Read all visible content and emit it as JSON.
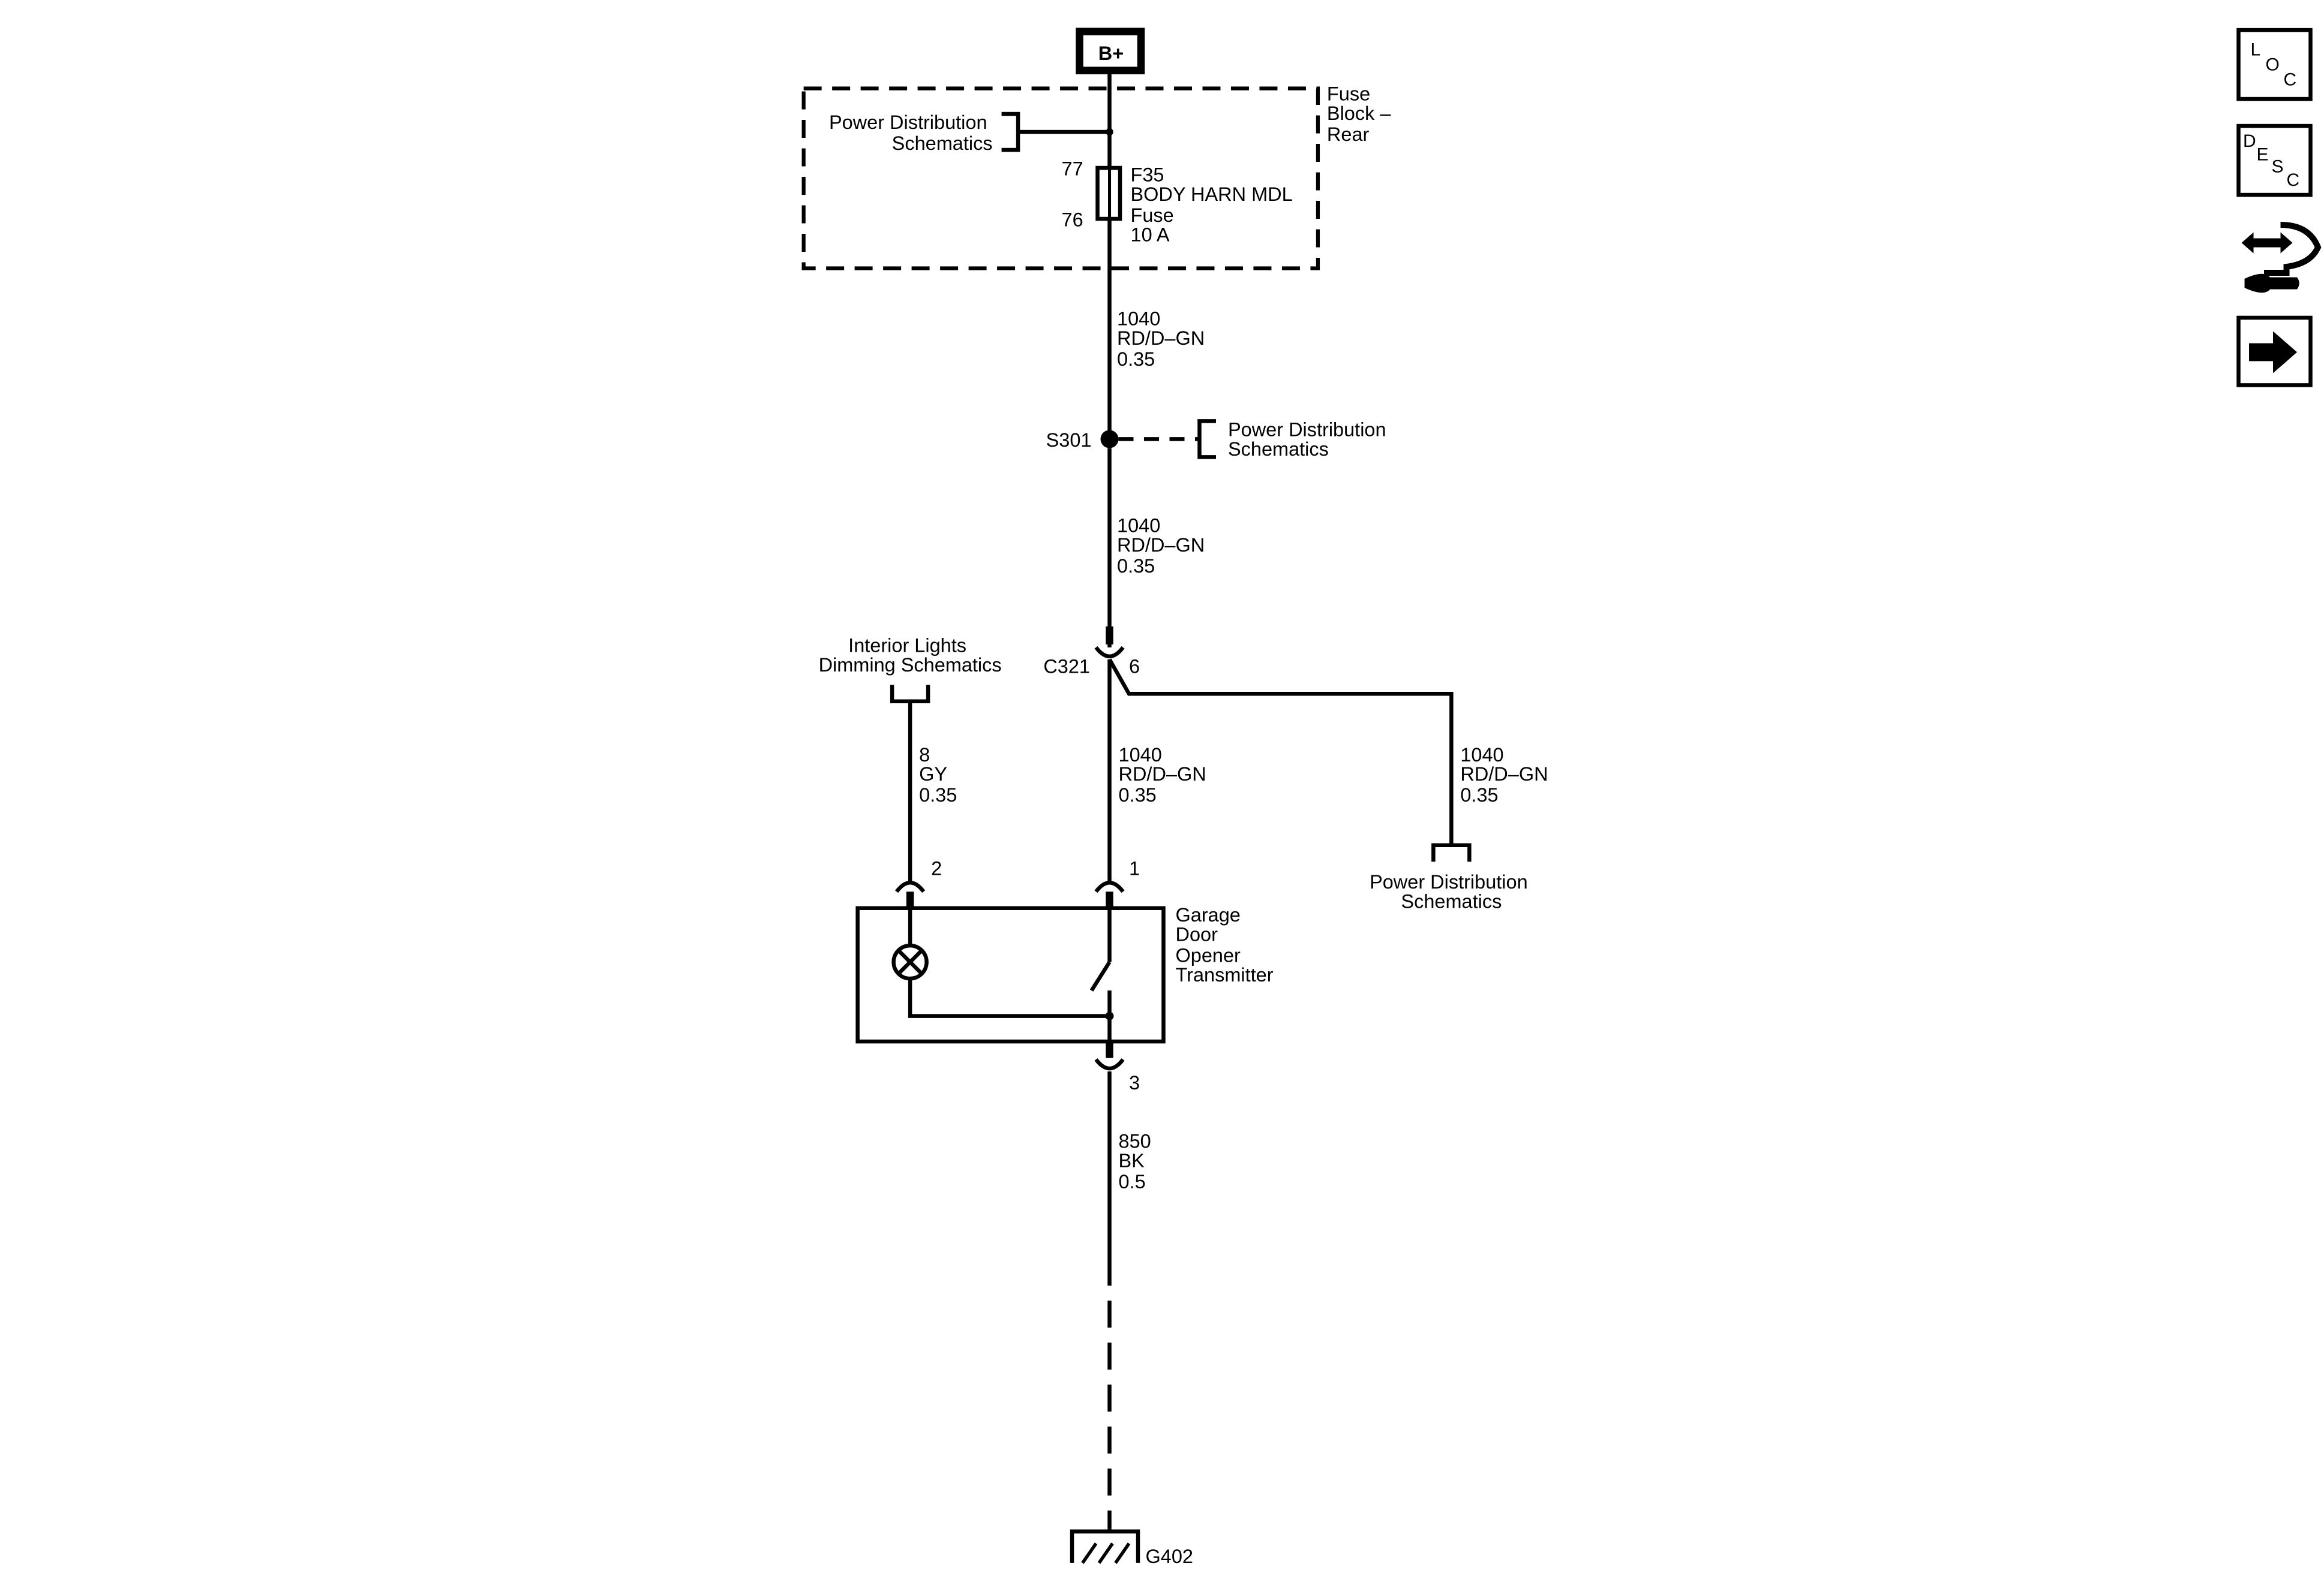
{
  "battery": {
    "label": "B+"
  },
  "fuse_block": {
    "name_lines": [
      "Fuse",
      "Block –",
      "Rear"
    ]
  },
  "fuse": {
    "pin_top": "77",
    "pin_bottom": "76",
    "desc_lines": [
      "F35",
      "BODY HARN MDL",
      "Fuse",
      "10 A"
    ]
  },
  "refs": {
    "power_dist_top": [
      "Power Distribution",
      "Schematics"
    ],
    "power_dist_splice": [
      "Power Distribution",
      "Schematics"
    ],
    "power_dist_right": [
      "Power Distribution",
      "Schematics"
    ],
    "interior_lights": [
      "Interior Lights",
      "Dimming Schematics"
    ]
  },
  "wires": {
    "w1": [
      "1040",
      "RD/D–GN",
      "0.35"
    ],
    "w2": [
      "1040",
      "RD/D–GN",
      "0.35"
    ],
    "w3": [
      "1040",
      "RD/D–GN",
      "0.35"
    ],
    "w4": [
      "1040",
      "RD/D–GN",
      "0.35"
    ],
    "w_dim": [
      "8",
      "GY",
      "0.35"
    ],
    "w_gnd": [
      "850",
      "BK",
      "0.5"
    ]
  },
  "splice": {
    "name": "S301"
  },
  "connector": {
    "name": "C321",
    "pin": "6"
  },
  "module": {
    "name_lines": [
      "Garage",
      "Door",
      "Opener",
      "Transmitter"
    ],
    "pin_dim": "2",
    "pin_power": "1",
    "pin_ground": "3"
  },
  "ground": {
    "name": "G402"
  },
  "nav": {
    "loc": [
      "L",
      "O",
      "C"
    ],
    "desc": [
      "D",
      "E",
      "S",
      "C"
    ]
  }
}
